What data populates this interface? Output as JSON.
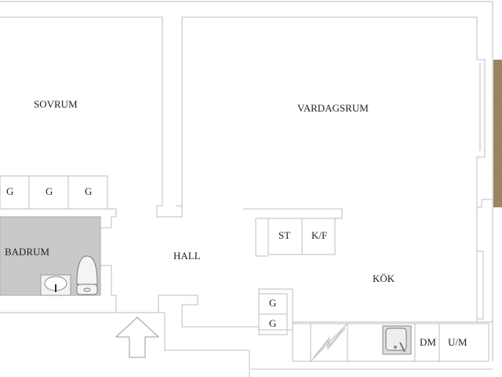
{
  "rooms": {
    "sovrum": "SOVRUM",
    "vardagsrum": "VARDAGSRUM",
    "badrum": "BADRUM",
    "hall": "HALL",
    "kok": "KÖK"
  },
  "fixtures": {
    "wardrobe_bedroom": [
      "G",
      "G",
      "G"
    ],
    "wardrobe_hall": [
      "G",
      "G"
    ],
    "stove": "ST",
    "fridge_freezer": "K/F",
    "dishwasher": "DM",
    "microwave_oven": "U/M"
  },
  "icons": {
    "entrance": "entrance-arrow-icon",
    "sink": "washbasin-icon",
    "toilet": "toilet-icon",
    "kitchen_sink": "kitchen-sink-icon",
    "hob": "hob-icon"
  },
  "colors": {
    "wall_line": "#bdbdbd",
    "bathroom_fill": "#c9c9c9",
    "balcony_wood": "#9c8463",
    "text": "#222222"
  }
}
